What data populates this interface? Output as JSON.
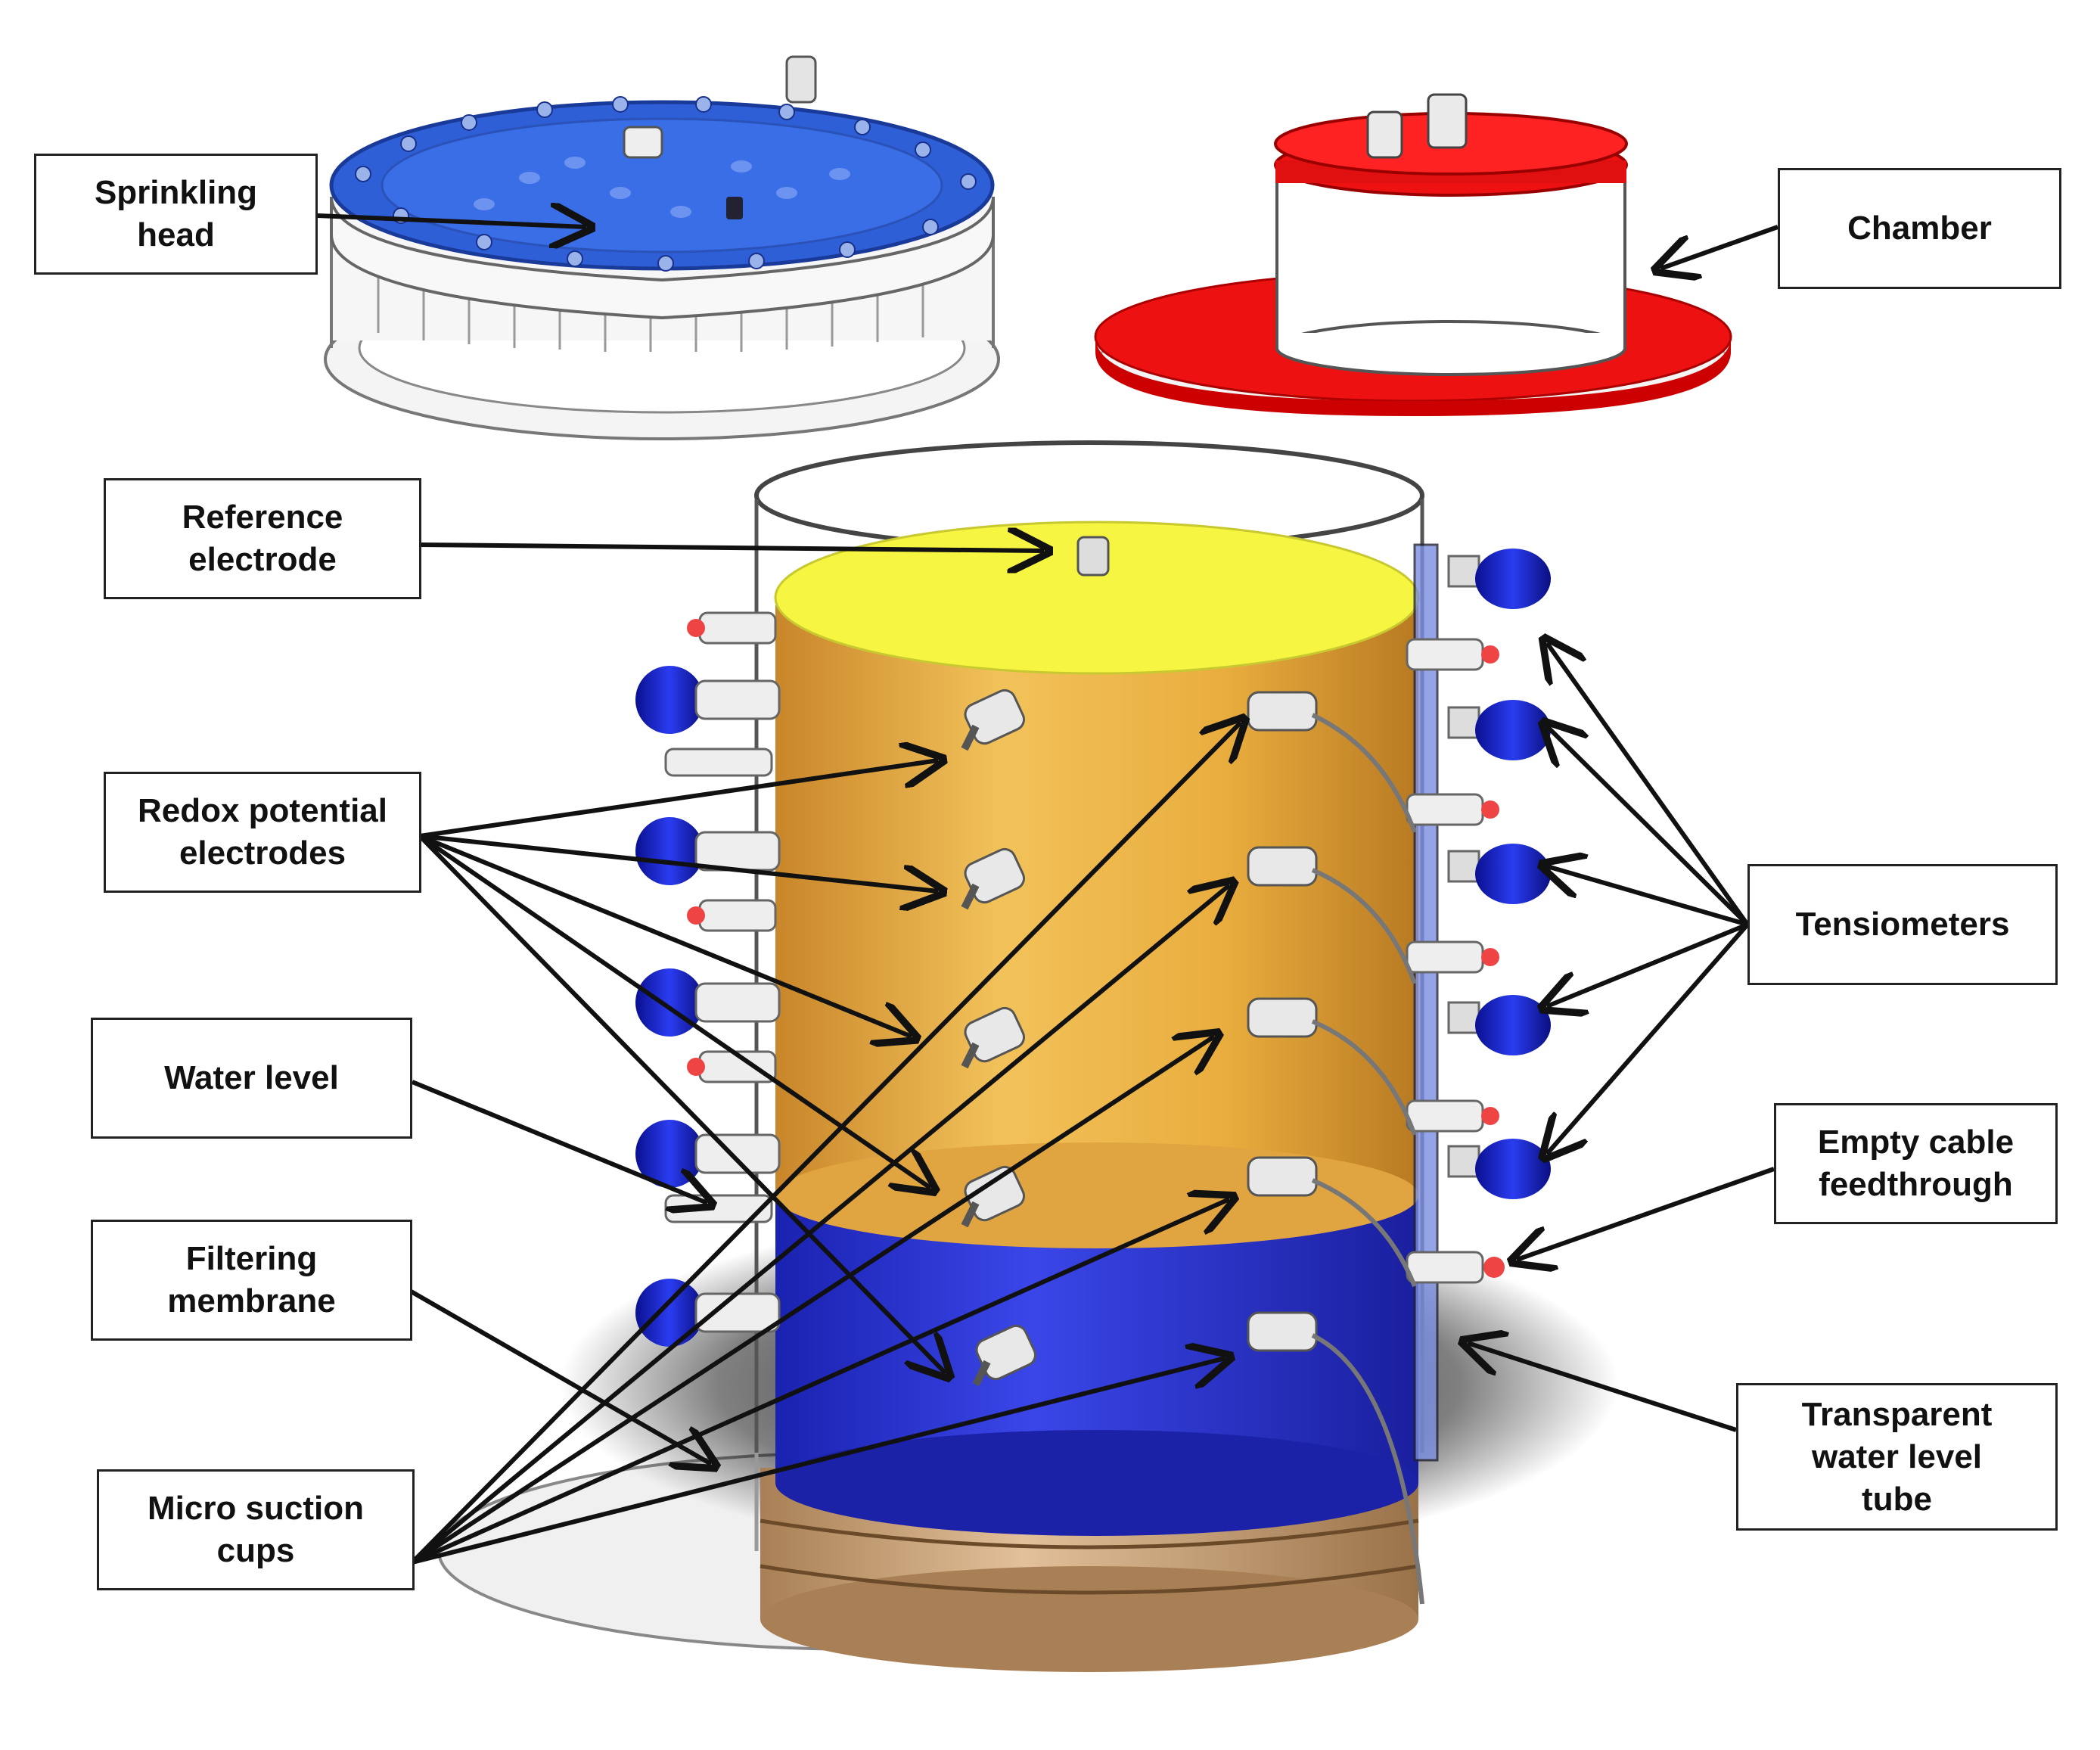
{
  "colors": {
    "sprinkling_lid": "#2f5fd6",
    "chamber_red": "#ee1111",
    "column_amber": "#e6a93a",
    "column_blue": "#2a36d8",
    "top_yellow": "#f5f542",
    "tensiometer_blue": "#1820c8",
    "wood_base": "#cfa57c",
    "label_border": "#222222",
    "arrow": "#111111"
  },
  "labels": {
    "sprinkling_head": "Sprinkling\nhead",
    "chamber": "Chamber",
    "reference_electrode": "Reference\nelectrode",
    "redox_potential_electrodes": "Redox potential\nelectrodes",
    "water_level": "Water level",
    "filtering_membrane": "Filtering\nmembrane",
    "micro_suction_cups": "Micro suction\ncups",
    "tensiometers": "Tensiometers",
    "empty_cable_feedthrough": "Empty cable\nfeedthrough",
    "transparent_water_level_tube": "Transparent\nwater level\ntube"
  },
  "icons": {
    "tensiometer": "blue-cap-probe-icon",
    "redox_electrode": "threaded-electrode-icon",
    "suction_cup": "suction-cup-fitting-icon",
    "feedthrough": "red-tip-fitting-icon"
  }
}
